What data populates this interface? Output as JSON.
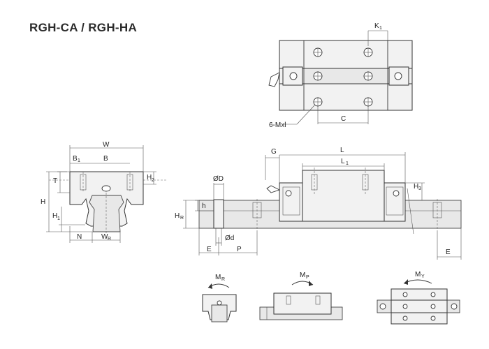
{
  "title": "RGH-CA / RGH-HA",
  "top_view": {
    "k1": "K",
    "k1_sub": "1",
    "mxl": "6-Mxl",
    "c": "C"
  },
  "front_view": {
    "w": "W",
    "b1": "B",
    "b1_sub": "1",
    "b": "B",
    "t": "T",
    "h2": "H",
    "h2_sub": "2",
    "h": "H",
    "h1": "H",
    "h1_sub": "1",
    "n": "N",
    "wr": "W",
    "wr_sub": "R"
  },
  "side_view": {
    "g": "G",
    "l": "L",
    "l1": "L",
    "l1_sub": "1",
    "h3": "H",
    "h3_sub": "3",
    "od": "ØD",
    "h_small": "h",
    "hr": "H",
    "hr_sub": "R",
    "od_small": "Ød",
    "e": "E",
    "p": "P",
    "e_right": "E"
  },
  "moments": {
    "mr": "M",
    "mr_sub": "R",
    "mp": "M",
    "mp_sub": "P",
    "my": "M",
    "my_sub": "Y"
  }
}
